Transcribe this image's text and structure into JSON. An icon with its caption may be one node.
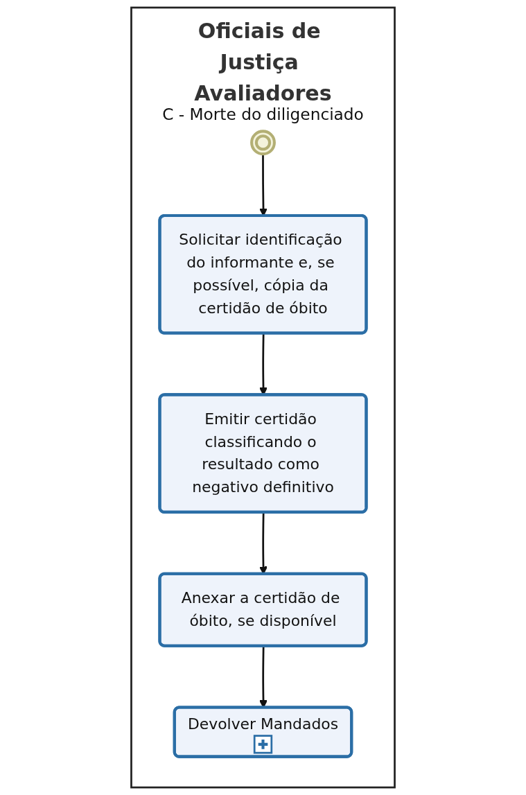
{
  "diagram": {
    "nodes": [
      {
        "text": [
          "Oficiais de Justiça Avaliadores"
        ]
      },
      {
        "text": [],
        "shape": "circle",
        "in": 0,
        "beside": [
          "C - Morte do diligenciado"
        ]
      },
      {
        "text": [
          "Solicitar identificação do informante e, se possível, cópia da certidão de óbito"
        ],
        "in": 0
      },
      {
        "text": [
          "Emitir certidão classificando o resultado como negativo definitivo"
        ],
        "in": 0
      },
      {
        "text": [
          "Anexar a certidão de óbito, se disponível"
        ],
        "in": 0
      },
      {
        "text": [
          "Devolver Mandados"
        ],
        "in": 0
      }
    ],
    "edges": [
      {
        "from": 1,
        "to": 2,
        "arrow": "to"
      },
      {
        "from": 2,
        "to": 3,
        "arrow": "to"
      },
      {
        "from": 3,
        "to": 4,
        "arrow": "to"
      },
      {
        "from": 4,
        "to": 5,
        "arrow": "to"
      }
    ]
  }
}
